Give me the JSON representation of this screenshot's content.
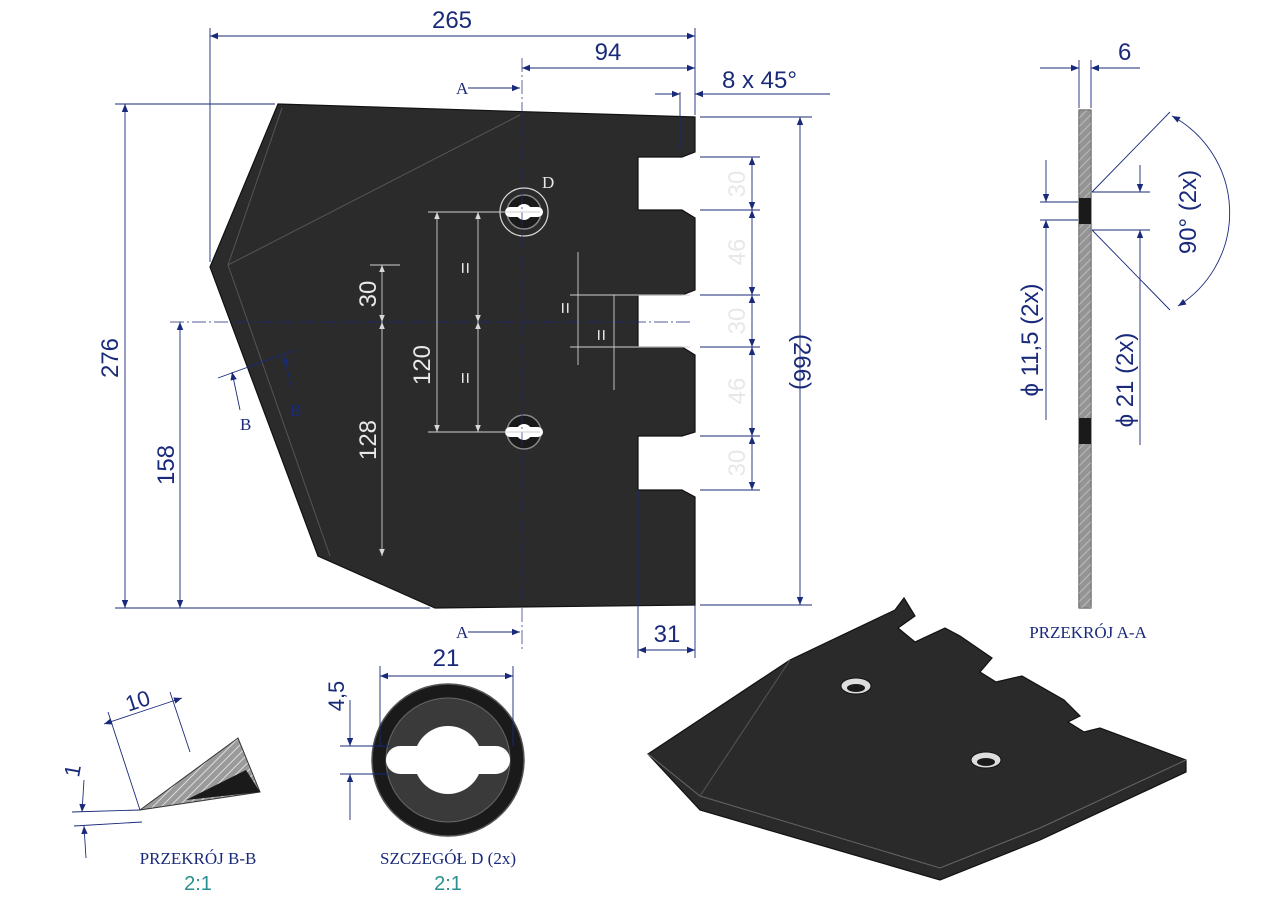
{
  "colors": {
    "dimension": "#1a2a7a",
    "plate": "#2b2b2b",
    "scale": "#2a8f8f",
    "inner_dim": "#e8e8e8"
  },
  "dimensions": {
    "overall_width": "265",
    "top_right_width": "94",
    "chamfer": "8  x  45°",
    "overall_height": "276",
    "lower_height": "158",
    "inner_height": "(266)",
    "slot_30_top": "30",
    "gap_46_top": "46",
    "slot_30_mid": "30",
    "gap_46_low": "46",
    "slot_30_low": "30",
    "slot_depth": "31",
    "hole_spacing": "120",
    "hole_to_bottom": "128",
    "small_30": "30",
    "equal": "=",
    "thickness": "6",
    "hole_d_small": "ϕ  11,5  (2x)",
    "hole_d_large": "ϕ  21  (2x)",
    "angle": "90°  (2x)",
    "detail_width": "21",
    "detail_depth": "4,5",
    "section_bb_len": "10",
    "section_bb_thk": "1"
  },
  "labels": {
    "section_a": "A",
    "section_b": "B",
    "detail_d": "D",
    "section_aa_title": "PRZEKRÓJ  A-A",
    "section_bb_title": "PRZEKRÓJ  B-B",
    "section_bb_scale": "2:1",
    "detail_d_title": "SZCZEGÓŁ  D (2x)",
    "detail_d_scale": "2:1"
  }
}
